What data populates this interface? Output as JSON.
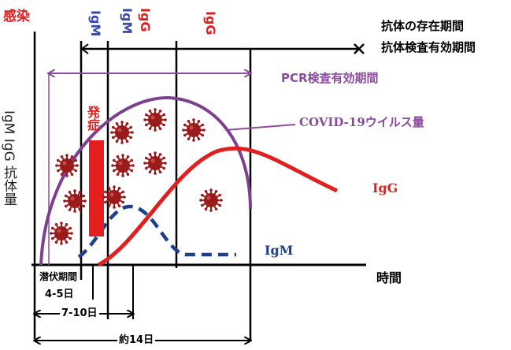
{
  "labels": {
    "infection": "感染",
    "igm_top": "IgM",
    "igm_igg_top_1": "IgM",
    "igm_igg_top_2": "IgG",
    "igg_top": "IgG",
    "antibody_period": "抗体の存在期間",
    "antibody_test_period": "抗体検査有効期間",
    "pcr_period": "PCR検査有効期間",
    "virus_amount": "COVID-19ウイルス量",
    "onset": "発症",
    "y_axis": "IgM IgG 抗体量",
    "igg_curve": "IgG",
    "igm_curve": "IgM",
    "time_axis": "時間",
    "incubation": "潜伏期間",
    "days_4_5": "4-5日",
    "days_7_10": "7-10日",
    "days_14": "約14日"
  },
  "colors": {
    "red": "#e02020",
    "purple": "#8b4b9e",
    "navy": "#1f3f8a",
    "virus": "#9b1b1b",
    "black": "#000000"
  },
  "icons": [
    "virus-particle-icon"
  ]
}
